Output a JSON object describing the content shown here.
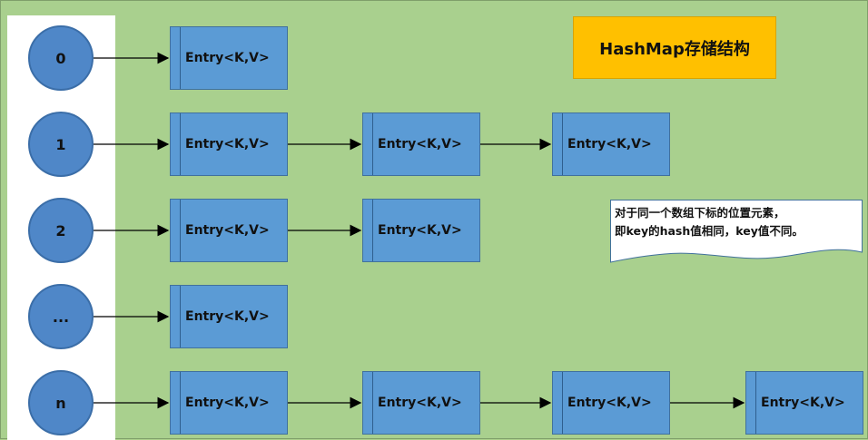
{
  "title": "HashMap存储结构",
  "note": {
    "line1": "对于同一个数组下标的位置元素，",
    "line2": "即key的hash值相同，key值不同。"
  },
  "buckets": [
    {
      "label": "0",
      "entries": [
        "Entry<K,V>"
      ]
    },
    {
      "label": "1",
      "entries": [
        "Entry<K,V>",
        "Entry<K,V>",
        "Entry<K,V>"
      ]
    },
    {
      "label": "2",
      "entries": [
        "Entry<K,V>",
        "Entry<K,V>"
      ]
    },
    {
      "label": "...",
      "entries": [
        "Entry<K,V>"
      ]
    },
    {
      "label": "n",
      "entries": [
        "Entry<K,V>",
        "Entry<K,V>",
        "Entry<K,V>",
        "Entry<K,V>"
      ]
    }
  ],
  "colors": {
    "background": "#a9d08e",
    "bucket": "#4f87c8",
    "entry": "#5b9bd5",
    "title_box": "#ffc000",
    "note_box": "#ffffff"
  }
}
